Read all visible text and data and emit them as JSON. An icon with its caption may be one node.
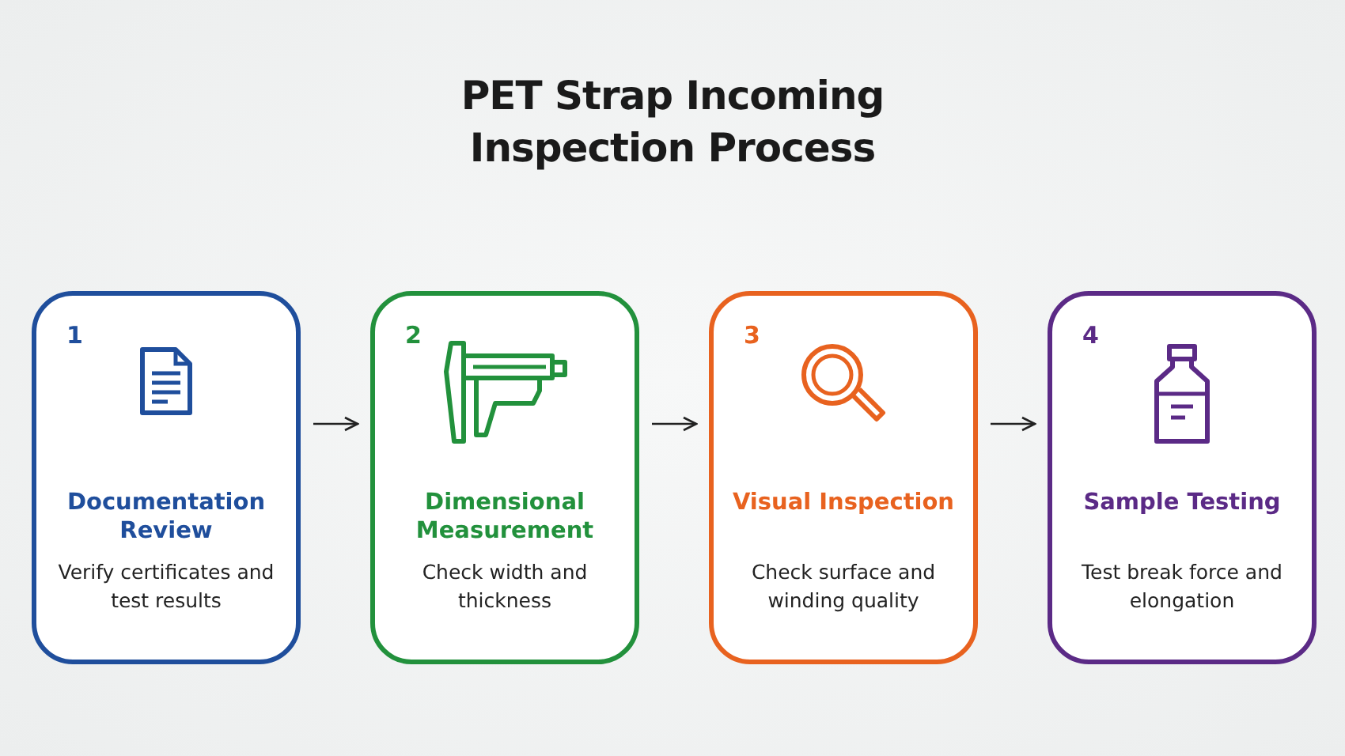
{
  "diagram": {
    "title": "PET Strap Incoming Inspection Process",
    "nodes": [
      {
        "text": [
          "1",
          "Documentation Review",
          "Verify certificates and test results"
        ]
      },
      {
        "text": [
          "2",
          "Dimensional Measurement",
          "Check width and thickness"
        ]
      },
      {
        "text": [
          "3",
          "Visual Inspection",
          "Check surface and winding quality"
        ]
      },
      {
        "text": [
          "4",
          "Sample Testing",
          "Test break force and elongation"
        ]
      }
    ],
    "edges": [
      {
        "from": 0,
        "to": 1,
        "arrow": "to"
      },
      {
        "from": 1,
        "to": 2,
        "arrow": "to"
      },
      {
        "from": 2,
        "to": 3,
        "arrow": "to"
      }
    ]
  }
}
